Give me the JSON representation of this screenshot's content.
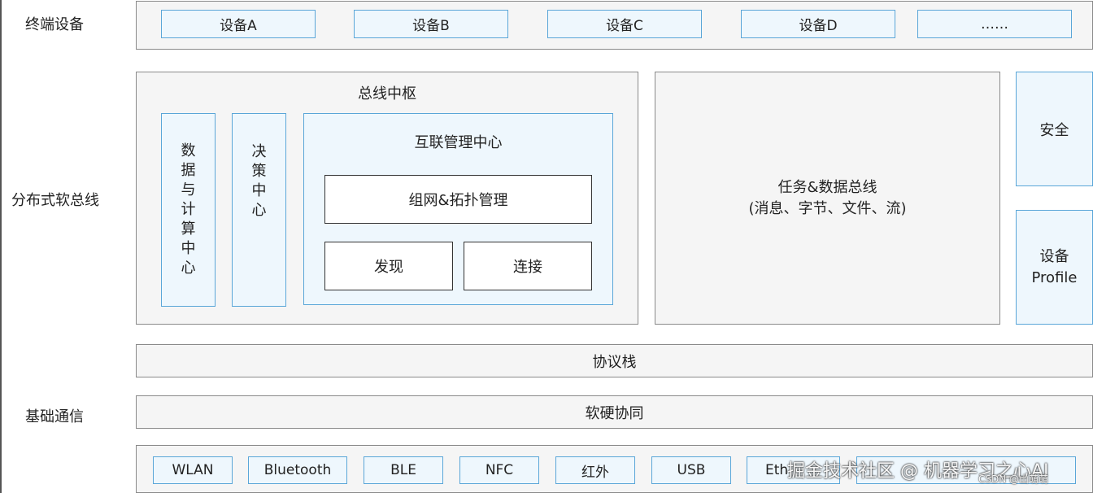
{
  "left_labels": {
    "terminal": "终端设备",
    "softbus": "分布式软总线",
    "comm": "基础通信"
  },
  "devices": [
    "设备A",
    "设备B",
    "设备C",
    "设备D",
    "……"
  ],
  "bus_center": {
    "title": "总线中枢",
    "data_compute": "数据与计算中心",
    "decision": "决策中心",
    "interconnect": {
      "title": "互联管理中心",
      "network": "组网&拓扑管理",
      "discover": "发现",
      "connect": "连接"
    }
  },
  "task_bus": {
    "line1": "任务&数据总线",
    "line2": "(消息、字节、文件、流)"
  },
  "security": "安全",
  "profile": {
    "line1": "设备",
    "line2": "Profile"
  },
  "protocol_stack": "协议栈",
  "hw_coop": "软硬协同",
  "comm_items": [
    "WLAN",
    "Bluetooth",
    "BLE",
    "NFC",
    "红外",
    "USB",
    "Eth"
  ],
  "watermark": {
    "main": "掘金技术社区 @ 机器学习之心AI",
    "sub": "CSDN @山萌萌"
  }
}
